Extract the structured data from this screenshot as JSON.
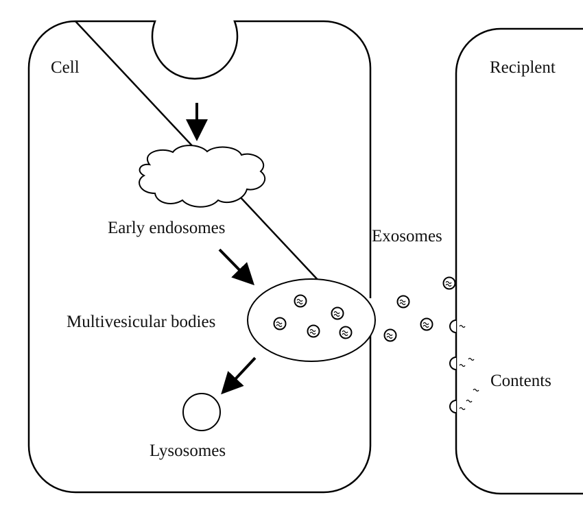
{
  "labels": {
    "cell": "Cell",
    "recipient": "Reciplent",
    "early_endosomes": "Early endosomes",
    "exosomes": "Exosomes",
    "multivesicular_bodies": "Multivesicular bodies",
    "contents": "Contents",
    "lysosomes": "Lysosomes"
  },
  "colors": {
    "stroke": "#000000",
    "text": "#111111",
    "background": "#ffffff"
  },
  "icons": {
    "vesicle": "vesicle-icon",
    "arrow": "arrow-icon"
  }
}
